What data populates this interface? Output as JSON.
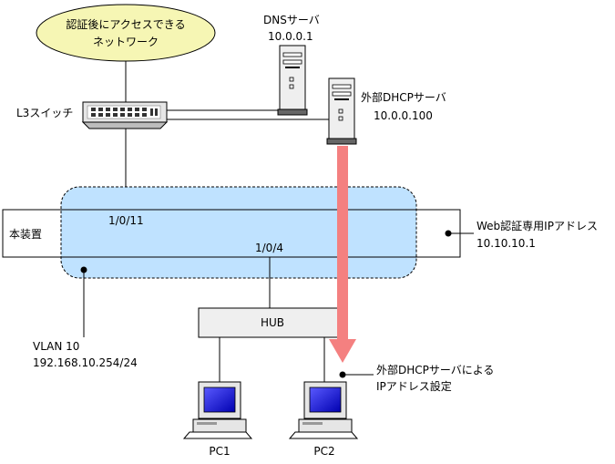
{
  "network_cloud": {
    "line1": "認証後にアクセスできる",
    "line2": "ネットワーク"
  },
  "dns_server": {
    "label": "DNSサーバ",
    "ip": "10.0.0.1"
  },
  "dhcp_server": {
    "label": "外部DHCPサーバ",
    "ip": "10.0.0.100"
  },
  "l3_switch": {
    "label": "L3スイッチ"
  },
  "device": {
    "label": "本装置",
    "port_uplink": "1/0/11",
    "port_downlink": "1/0/4"
  },
  "web_auth_ip": {
    "line1": "Web認証専用IPアドレス",
    "line2": "10.10.10.1"
  },
  "vlan": {
    "line1": "VLAN 10",
    "line2": "192.168.10.254/24"
  },
  "hub": {
    "label": "HUB"
  },
  "pc1": {
    "label": "PC1"
  },
  "pc2": {
    "label": "PC2"
  },
  "dhcp_note": {
    "line1": "外部DHCPサーバによる",
    "line2": "IPアドレス設定"
  },
  "colors": {
    "cloud_fill": "#f6f6b4",
    "vlan_fill": "#bfe2ff",
    "arrow": "#f48080",
    "hub_fill": "#efefef",
    "screen": "#0000cc"
  }
}
